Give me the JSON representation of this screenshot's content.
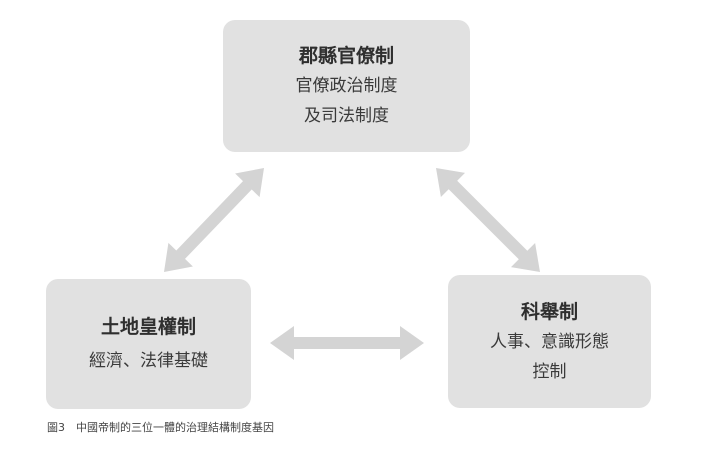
{
  "nodes": {
    "top": {
      "title": "郡縣官僚制",
      "lines": [
        "官僚政治制度",
        "及司法制度"
      ]
    },
    "left": {
      "title": "土地皇權制",
      "lines": [
        "經濟、法律基礎"
      ]
    },
    "right": {
      "title": "科舉制",
      "lines": [
        "人事、意識形態",
        "控制"
      ]
    }
  },
  "caption": "圖3　中國帝制的三位一體的治理結構制度基因",
  "colors": {
    "box_fill": "#e1e1e1",
    "arrow_fill": "#d4d4d4"
  },
  "edges": [
    {
      "from": "top",
      "to": "left",
      "type": "bidirectional-arrow"
    },
    {
      "from": "top",
      "to": "right",
      "type": "bidirectional-arrow"
    },
    {
      "from": "left",
      "to": "right",
      "type": "bidirectional-arrow"
    }
  ]
}
